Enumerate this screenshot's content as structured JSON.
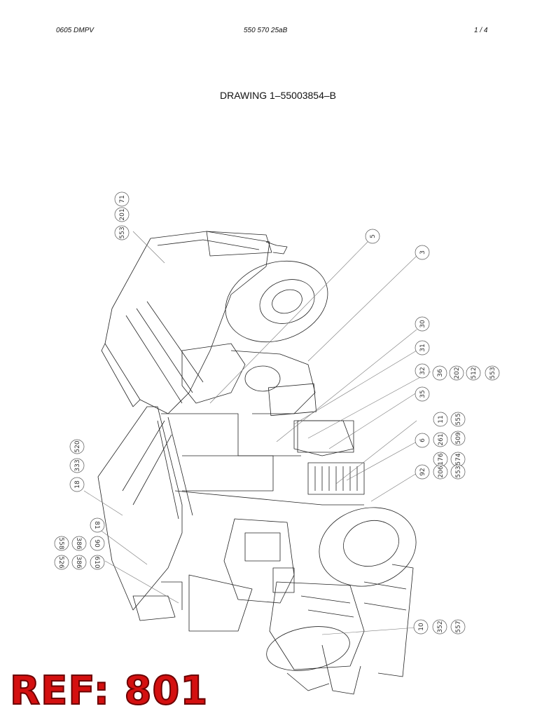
{
  "header": {
    "left": "0605 DMPV",
    "center": "550 570 25aB",
    "right": "1 /   4"
  },
  "title": "DRAWING 1–55003854–B",
  "callout_groups": [
    {
      "id": "g71",
      "labels": [
        "71",
        "201",
        "553"
      ]
    },
    {
      "id": "g5",
      "labels": [
        "5"
      ]
    },
    {
      "id": "g3",
      "labels": [
        "3"
      ]
    },
    {
      "id": "g30",
      "labels": [
        "30"
      ]
    },
    {
      "id": "g31",
      "labels": [
        "31"
      ]
    },
    {
      "id": "g32",
      "labels": [
        "32"
      ]
    },
    {
      "id": "g36",
      "labels": [
        "36",
        "202",
        "512",
        "553"
      ]
    },
    {
      "id": "g35",
      "labels": [
        "35"
      ]
    },
    {
      "id": "g11",
      "labels": [
        "11",
        "261",
        "555"
      ]
    },
    {
      "id": "g6",
      "labels": [
        "6",
        "176",
        "509",
        "574"
      ]
    },
    {
      "id": "g92",
      "labels": [
        "92",
        "206",
        "553"
      ]
    },
    {
      "id": "g18",
      "labels": [
        "18",
        "333",
        "520"
      ]
    },
    {
      "id": "g81",
      "labels": [
        "81"
      ]
    },
    {
      "id": "g90",
      "labels": [
        "90",
        "386",
        "558"
      ]
    },
    {
      "id": "g610",
      "labels": [
        "610",
        "386",
        "526"
      ]
    },
    {
      "id": "g10",
      "labels": [
        "10",
        "352",
        "557"
      ]
    }
  ],
  "ref_label": "REF: 801",
  "colors": {
    "line": "#222222",
    "ref_fill": "#d41010"
  }
}
